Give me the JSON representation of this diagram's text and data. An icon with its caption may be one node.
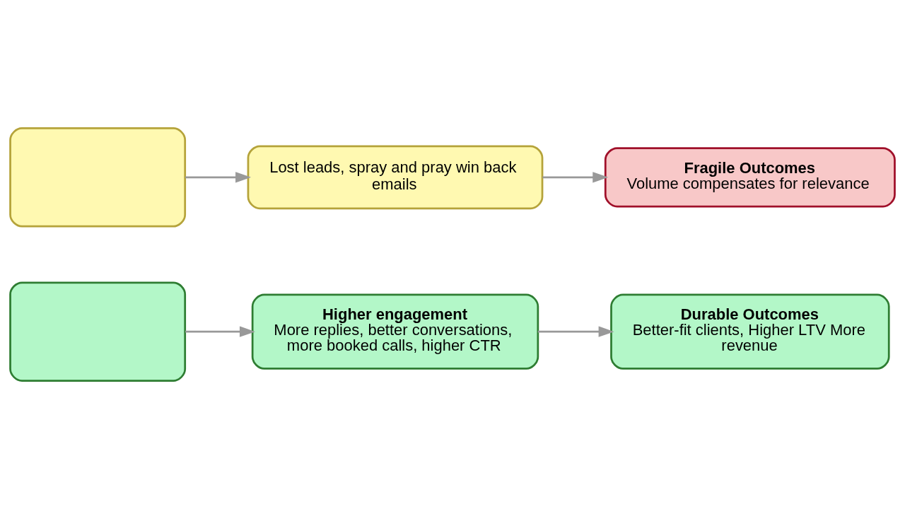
{
  "diagram": {
    "nodes": [
      {
        "text": [],
        "shape": "box"
      },
      {
        "text": [
          "Lost leads, spray and pray win back emails"
        ]
      },
      {
        "text": [
          "Fragile Outcomes",
          "Volume compensates for relevance"
        ]
      },
      {
        "text": [],
        "shape": "box"
      },
      {
        "text": [
          "Higher engagement",
          "More replies, better conversations, more booked calls, higher CTR"
        ]
      },
      {
        "text": [
          "Durable Outcomes",
          "Better-fit clients, Higher LTV More revenue"
        ]
      }
    ],
    "edges": [
      {
        "from": 0,
        "to": 1,
        "arrow": "to"
      },
      {
        "from": 1,
        "to": 2,
        "arrow": "to"
      },
      {
        "from": 3,
        "to": 4,
        "arrow": "to"
      },
      {
        "from": 4,
        "to": 5,
        "arrow": "to"
      }
    ]
  }
}
